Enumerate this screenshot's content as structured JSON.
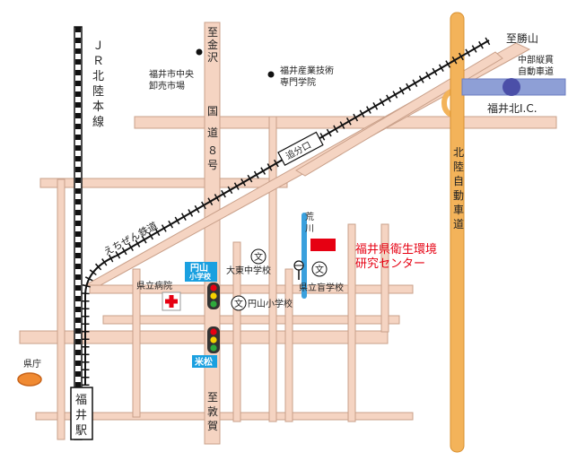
{
  "railways": {
    "jr_line": "ＪＲ北陸本線",
    "echizen": "えちぜん鉄道"
  },
  "roads": {
    "route8": "国道８号",
    "expressway": "北陸自動車道",
    "oibunguchi": "追分口"
  },
  "directions": {
    "kanazawa": "至金沢",
    "katsuyama": "至勝山",
    "tsuruga": "至敦賀"
  },
  "places": {
    "market": [
      "福井市中央",
      "卸売市場"
    ],
    "college": [
      "福井産業技術",
      "専門学院"
    ],
    "chubu": [
      "中部縦貫",
      "自動車道"
    ],
    "ic": "福井北I.C.",
    "river": "荒川",
    "target": [
      "福井県衛生環境",
      "研究センター"
    ],
    "daito_school": "大東中学校",
    "high_school": "県立盲学校",
    "hospital": "県立病院",
    "enzan_school": "円山小学校",
    "kencho": "県庁",
    "fukui_station": "福井駅",
    "school_symbol": "文"
  },
  "signal_labels": {
    "enzan": "円山",
    "enzan_sub": "小学校",
    "komematsu": "米松"
  },
  "colors": {
    "road": "#f5d4c2",
    "road_edge": "#c9a08a",
    "expressway": "#f3b35a",
    "expressway_edge": "#d8902f",
    "chubu_road": "#8e9fd6",
    "ic_circle": "#4b4fa8",
    "target_red": "#e60012",
    "river": "#3aa0dd",
    "label_blue": "#1aa0e0",
    "hospital_red": "#e60012",
    "kencho_orange": "#f08a32"
  },
  "icons": [
    "school-icon",
    "hospital-icon",
    "traffic-signal-icon",
    "bus-stop-icon",
    "poi-dot-icon"
  ]
}
